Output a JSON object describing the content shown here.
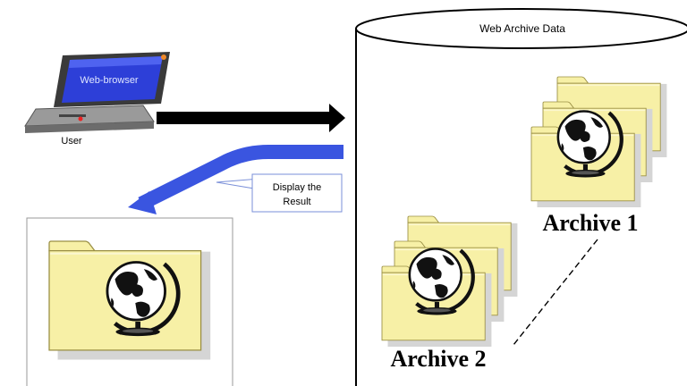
{
  "laptop": {
    "screen_label": "Web-browser",
    "caption": "User"
  },
  "database": {
    "title": "Web Archive Data"
  },
  "callout": {
    "line1": "Display the",
    "line2": "Result"
  },
  "archives": [
    {
      "label": "Archive 1"
    },
    {
      "label": "Archive 2"
    }
  ],
  "icons": {
    "folder": "folder-icon",
    "globe": "globe-icon",
    "laptop": "laptop-icon"
  },
  "colors": {
    "request_arrow": "#000000",
    "result_arrow": "#3a55e0",
    "folder_fill": "#f7f0a6",
    "screen_blue": "#2d3fd8"
  }
}
